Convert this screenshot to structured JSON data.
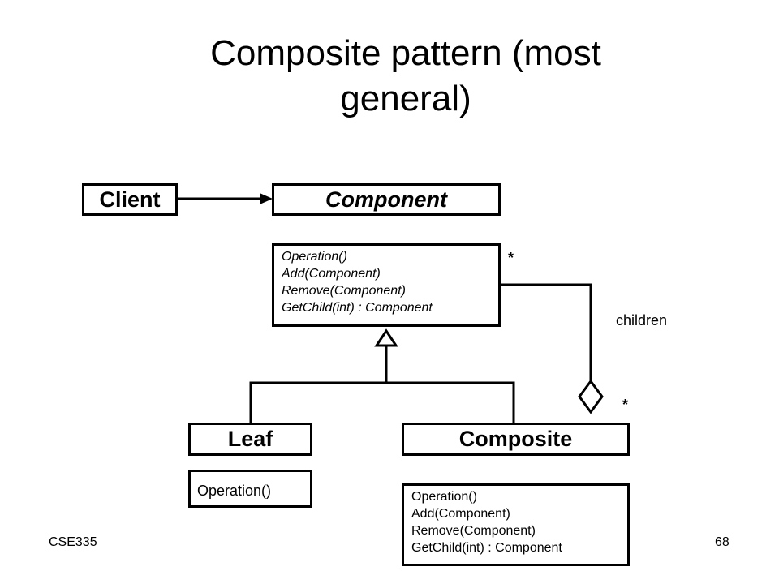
{
  "title": {
    "line1": "Composite pattern (most",
    "line2": "general)"
  },
  "classes": {
    "client": {
      "name": "Client"
    },
    "component": {
      "name": "Component",
      "operations": [
        "Operation()",
        "Add(Component)",
        "Remove(Component)",
        "GetChild(int) : Component"
      ]
    },
    "leaf": {
      "name": "Leaf",
      "operations": [
        "Operation()"
      ]
    },
    "composite": {
      "name": "Composite",
      "operations": [
        "Operation()",
        "Add(Component)",
        "Remove(Component)",
        "GetChild(int) : Component"
      ]
    }
  },
  "association": {
    "role": "children",
    "multiplicity_top": "*",
    "multiplicity_bottom": "*"
  },
  "footer": {
    "course": "CSE335",
    "page": "68"
  }
}
